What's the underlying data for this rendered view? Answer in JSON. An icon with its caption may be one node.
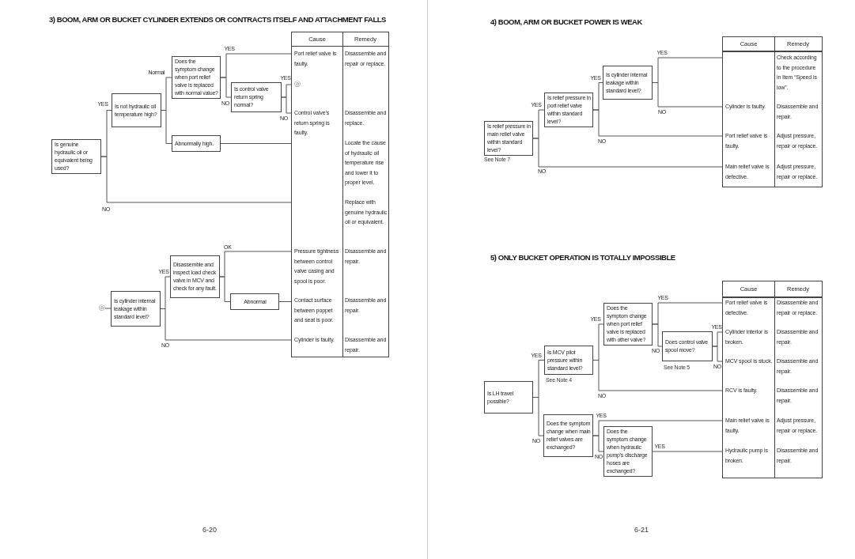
{
  "diagram": {
    "nodes": [
      {
        "text": [
          "Is genuine hydraulic oil or equivalent being used?"
        ]
      },
      {
        "text": [
          "Is not hydraulic oil temperature high?"
        ]
      },
      {
        "text": [
          "Does the symptom change when port relief valve is replaced with normal value?"
        ]
      },
      {
        "text": [
          "Is control valve return spring normal?"
        ]
      },
      {
        "text": [
          "Abnormally high."
        ]
      },
      {
        "text": [
          "Cause",
          "Remedy"
        ]
      },
      {
        "text": [
          "Port relief valve is faulty.",
          "Disassemble and repair or replace."
        ],
        "in": 5
      },
      {
        "text": [
          "ⓐ"
        ],
        "in": 5
      },
      {
        "text": [
          "Control valve's return spring is faulty.",
          "Disassemble and replace."
        ],
        "in": 5
      },
      {
        "text": [
          "Locate the cause of hydraulic oil temperature rise and lower it to proper level."
        ],
        "in": 5
      },
      {
        "text": [
          "Replace with genuine hydraulic oil or equivalent."
        ],
        "in": 5
      },
      {
        "text": [
          "Pressure tightness between control valve casing and spool is poor.",
          "Disassemble and repair."
        ],
        "in": 5
      },
      {
        "text": [
          "Contact surface between poppet and seat is poor.",
          "Disassemble and repair."
        ],
        "in": 5
      },
      {
        "text": [
          "Cylinder is faulty.",
          "Disassemble and repair."
        ],
        "in": 5
      },
      {
        "text": [
          "ⓐ"
        ]
      },
      {
        "text": [
          "Is cylinder internal leakage within standard level?"
        ]
      },
      {
        "text": [
          "Disassemble and inspect load check valve in MCV and check for any fault."
        ]
      },
      {
        "text": [
          "Abnormal"
        ]
      },
      {
        "text": [
          "Is relief pressure in main relief valve within standard level?"
        ],
        "beside": [
          "See Note 7"
        ]
      },
      {
        "text": [
          "Is relief pressure in port relief valve within standard level?"
        ]
      },
      {
        "text": [
          "Is cylinder internal leakage within standard level?"
        ]
      },
      {
        "text": [
          "Cause",
          "Remedy"
        ]
      },
      {
        "text": [
          "Check according to the procedure in Item “Speed is low”."
        ],
        "in": 21
      },
      {
        "text": [
          "Cylinder is faulty.",
          "Disassemble and repair."
        ],
        "in": 21
      },
      {
        "text": [
          "Port relief valve is faulty.",
          "Adjust pressure, repair or replace."
        ],
        "in": 21
      },
      {
        "text": [
          "Main relief valve is defective.",
          "Adjust pressure, repair or replace."
        ],
        "in": 21
      },
      {
        "text": [
          "Is LH travel possible?"
        ]
      },
      {
        "text": [
          "Is MCV pilot pressure within standard level?"
        ],
        "beside": [
          "See Note 4"
        ]
      },
      {
        "text": [
          "Does the symptom change when port relief valve is replaced with other valve?"
        ]
      },
      {
        "text": [
          "Does control valve spool move?"
        ],
        "beside": [
          "See Note 5"
        ]
      },
      {
        "text": [
          "Does the symptom change when main relief valves are exchanged?"
        ]
      },
      {
        "text": [
          "Does the symptom change when hydraulic pump's discharge hoses are exchanged?"
        ]
      },
      {
        "text": [
          "Cause",
          "Remedy"
        ]
      },
      {
        "text": [
          "Port relief valve is defective.",
          "Disassemble and repair or replace."
        ],
        "in": 32
      },
      {
        "text": [
          "Cylinder interior is broken.",
          "Disassemble and repair."
        ],
        "in": 32
      },
      {
        "text": [
          "MCV spool is stuck.",
          "Disassemble and repair."
        ],
        "in": 32
      },
      {
        "text": [
          "RCV is faulty.",
          "Disassemble and repair."
        ],
        "in": 32
      },
      {
        "text": [
          "Main relief valve is faulty.",
          "Adjust pressure, repair or replace."
        ],
        "in": 32
      },
      {
        "text": [
          "Hydraulic pump is broken.",
          "Disassemble and repair."
        ],
        "in": 32
      }
    ],
    "edges": [
      {
        "from": 0,
        "to": 1,
        "arrow": "none",
        "label": "YES"
      },
      {
        "from": 0,
        "to": 10,
        "arrow": "none",
        "label": "NO"
      },
      {
        "from": 1,
        "to": 2,
        "arrow": "none",
        "label": "Normal"
      },
      {
        "from": 1,
        "to": 4,
        "arrow": "none"
      },
      {
        "from": 4,
        "to": 9,
        "arrow": "none"
      },
      {
        "from": 2,
        "to": 6,
        "arrow": "none",
        "label": "YES"
      },
      {
        "from": 2,
        "to": 3,
        "arrow": "none",
        "label": "NO"
      },
      {
        "from": 3,
        "to": 7,
        "arrow": "none",
        "label": "YES"
      },
      {
        "from": 3,
        "to": 8,
        "arrow": "none",
        "label": "NO"
      },
      {
        "from": 14,
        "to": 15,
        "arrow": "none"
      },
      {
        "from": 15,
        "to": 16,
        "arrow": "none",
        "label": "YES"
      },
      {
        "from": 15,
        "to": 13,
        "arrow": "none",
        "label": "NO"
      },
      {
        "from": 16,
        "to": 11,
        "arrow": "none",
        "label": "OK"
      },
      {
        "from": 16,
        "to": 17,
        "arrow": "none"
      },
      {
        "from": 17,
        "to": 12,
        "arrow": "none"
      },
      {
        "from": 18,
        "to": 19,
        "arrow": "none",
        "label": "YES"
      },
      {
        "from": 18,
        "to": 25,
        "arrow": "none",
        "label": "NO"
      },
      {
        "from": 19,
        "to": 20,
        "arrow": "none",
        "label": "YES"
      },
      {
        "from": 19,
        "to": 24,
        "arrow": "none",
        "label": "NO"
      },
      {
        "from": 20,
        "to": 22,
        "arrow": "none",
        "label": "YES"
      },
      {
        "from": 20,
        "to": 23,
        "arrow": "none",
        "label": "NO"
      },
      {
        "from": 26,
        "to": 27,
        "arrow": "none",
        "label": "YES"
      },
      {
        "from": 26,
        "to": 30,
        "arrow": "none",
        "label": "NO"
      },
      {
        "from": 27,
        "to": 28,
        "arrow": "none",
        "label": "YES"
      },
      {
        "from": 27,
        "to": 36,
        "arrow": "none",
        "label": "NO"
      },
      {
        "from": 28,
        "to": 33,
        "arrow": "none",
        "label": "YES"
      },
      {
        "from": 28,
        "to": 29,
        "arrow": "none",
        "label": "NO"
      },
      {
        "from": 29,
        "to": 34,
        "arrow": "none",
        "label": "YES"
      },
      {
        "from": 29,
        "to": 35,
        "arrow": "none",
        "label": "NO"
      },
      {
        "from": 30,
        "to": 37,
        "arrow": "none",
        "label": "YES"
      },
      {
        "from": 30,
        "to": 31,
        "arrow": "none",
        "label": "NO"
      },
      {
        "from": 31,
        "to": 38,
        "arrow": "none",
        "label": "YES"
      }
    ],
    "labels": [
      "3) BOOM, ARM OR BUCKET CYLINDER EXTENDS OR CONTRACTS ITSELF AND ATTACHMENT FALLS",
      "6-20",
      "4) BOOM, ARM OR BUCKET POWER IS WEAK",
      "5) ONLY BUCKET OPERATION IS TOTALLY IMPOSSIBLE",
      "6-21"
    ]
  }
}
